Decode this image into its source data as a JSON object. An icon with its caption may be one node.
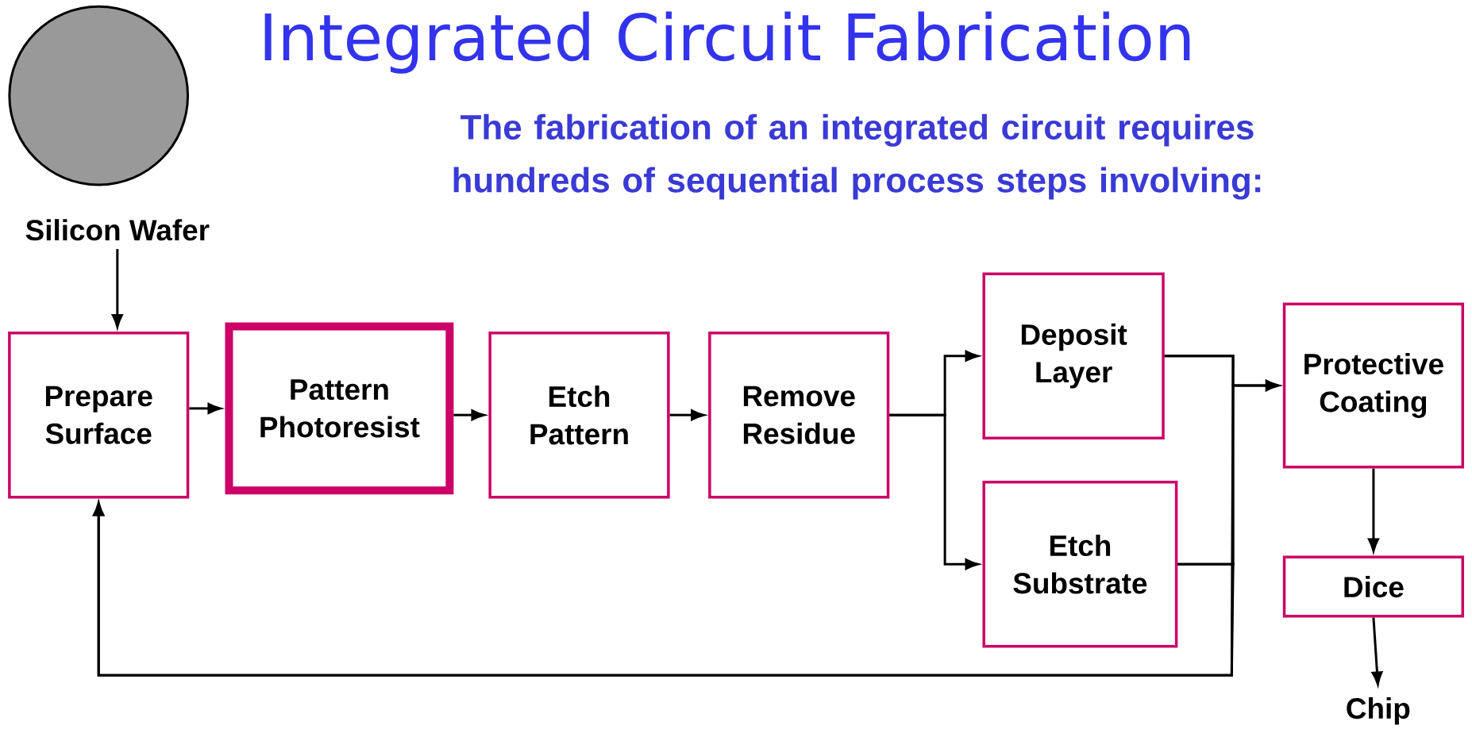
{
  "diagram": {
    "title": "Integrated Circuit Fabrication",
    "nodes": [
      {
        "text": [],
        "shape": "circle"
      },
      {
        "text": [
          "Silicon Wafer"
        ]
      },
      {
        "text": [
          "Prepare Surface"
        ]
      },
      {
        "text": [
          "Pattern Photoresist"
        ]
      },
      {
        "text": [
          "Etch Pattern"
        ]
      },
      {
        "text": [
          "Remove Residue"
        ]
      },
      {
        "text": [
          "Deposit Layer"
        ]
      },
      {
        "text": [
          "Etch Substrate"
        ]
      },
      {
        "text": [
          "Protective Coating"
        ]
      },
      {
        "text": [
          "Dice"
        ]
      },
      {
        "text": [
          "Chip"
        ]
      }
    ],
    "edges": [
      {
        "from": 1,
        "to": 2,
        "arrow": "to"
      },
      {
        "from": 2,
        "to": 3,
        "arrow": "to"
      },
      {
        "from": 3,
        "to": 4,
        "arrow": "to"
      },
      {
        "from": 4,
        "to": 5,
        "arrow": "to"
      },
      {
        "from": 5,
        "to": 6,
        "arrow": "to"
      },
      {
        "from": 5,
        "to": 7,
        "arrow": "to"
      },
      {
        "from": 6,
        "to": 8,
        "arrow": "to"
      },
      {
        "from": 7,
        "to": 8,
        "arrow": "to"
      },
      {
        "from": 6,
        "to": 2,
        "arrow": "to"
      },
      {
        "from": 7,
        "to": 2,
        "arrow": "to"
      },
      {
        "from": 8,
        "to": 9,
        "arrow": "to"
      },
      {
        "from": 9,
        "to": 10,
        "arrow": "to"
      }
    ],
    "labels": [
      "The fabrication of an integrated circuit requires hundreds of sequential process steps involving:"
    ]
  }
}
